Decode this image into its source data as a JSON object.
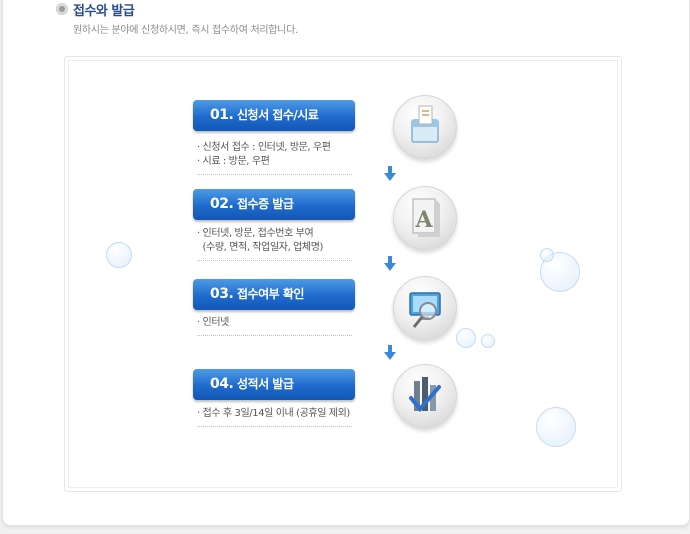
{
  "header": {
    "title": "접수와 발급",
    "subtitle": "원하시는 분야에 신청하시면, 즉시 접수하여 처리합니다."
  },
  "steps": [
    {
      "number": "01.",
      "title": "신청서 접수/시료",
      "desc_lines": [
        "· 신청서 접수 : 인터넷, 방문, 우편",
        "· 시료 : 방문, 우편"
      ],
      "icon": "document-box-icon"
    },
    {
      "number": "02.",
      "title": "접수증 발급",
      "desc_lines": [
        "· 인터넷, 방문, 접수번호 부여",
        "  (수량, 면적, 작업일자, 업체명)"
      ],
      "icon": "letter-a-document-icon"
    },
    {
      "number": "03.",
      "title": "접수여부 확인",
      "desc_lines": [
        "· 인터넷"
      ],
      "icon": "monitor-magnifier-icon"
    },
    {
      "number": "04.",
      "title": "성적서 발급",
      "desc_lines": [
        "· 접수 후 3일/14일 이내 (공휴일 제외)"
      ],
      "icon": "certificate-check-icon"
    }
  ],
  "colors": {
    "title": "#2a4c8c",
    "label_top": "#4e9ae6",
    "label_bottom": "#1356b5",
    "arrow": "#3b8ad8"
  }
}
